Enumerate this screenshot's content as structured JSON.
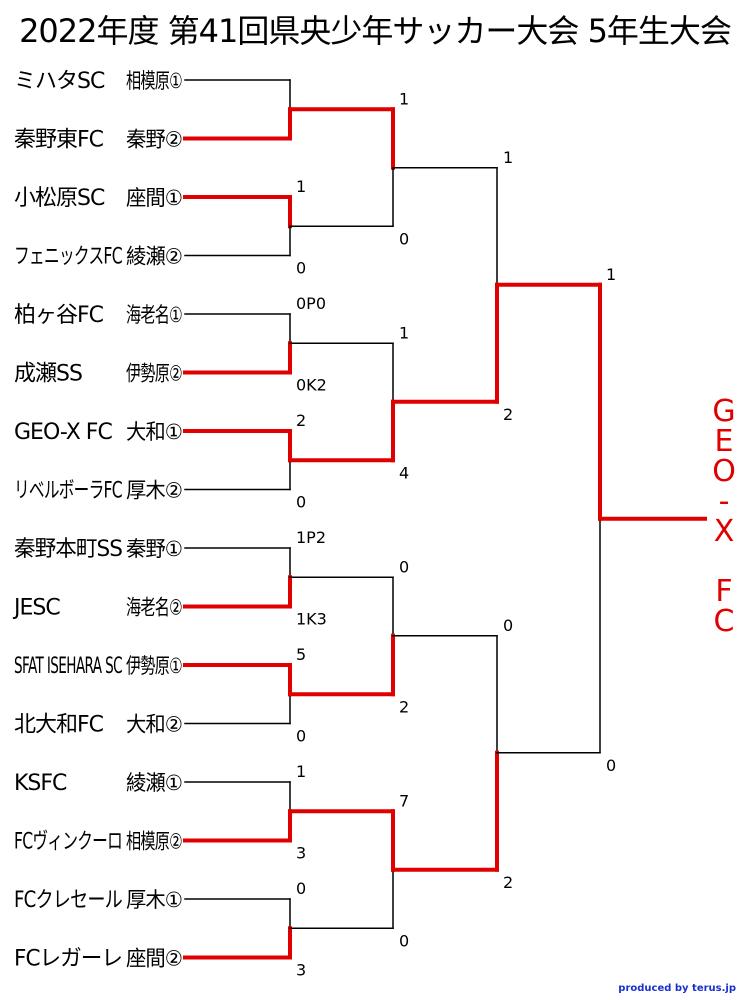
{
  "title": "2022年度 第41回県央少年サッカー大会 5年生大会",
  "credit": "produced by terus.jp",
  "colors": {
    "winner": "#e00000",
    "line": "#000000",
    "credit": "#1a2fd0"
  },
  "teams": [
    {
      "name": "ミハタSC",
      "area": "相模原①"
    },
    {
      "name": "秦野東FC",
      "area": "秦野②"
    },
    {
      "name": "小松原SC",
      "area": "座間①"
    },
    {
      "name": "フェニックスFC",
      "area": "綾瀬②"
    },
    {
      "name": "柏ヶ谷FC",
      "area": "海老名①"
    },
    {
      "name": "成瀬SS",
      "area": "伊勢原②"
    },
    {
      "name": "GEO-X FC",
      "area": "大和①"
    },
    {
      "name": "リベルボーラFC",
      "area": "厚木②"
    },
    {
      "name": "秦野本町SS",
      "area": "秦野①"
    },
    {
      "name": "JESC",
      "area": "海老名②"
    },
    {
      "name": "SFAT ISEHARA SC",
      "area": "伊勢原①"
    },
    {
      "name": "北大和FC",
      "area": "大和②"
    },
    {
      "name": "KSFC",
      "area": "綾瀬①"
    },
    {
      "name": "FCヴィンクーロ",
      "area": "相模原②"
    },
    {
      "name": "FCクレセール",
      "area": "厚木①"
    },
    {
      "name": "FCレガーレ",
      "area": "座間②"
    }
  ],
  "rounds": [
    {
      "matches": [
        {
          "top": "",
          "bottom": "",
          "winner": 1
        },
        {
          "top": "1",
          "bottom": "0",
          "winner": 0
        },
        {
          "top": "0P0",
          "bottom": "0K2",
          "winner": 1
        },
        {
          "top": "2",
          "bottom": "0",
          "winner": 0
        },
        {
          "top": "1P2",
          "bottom": "1K3",
          "winner": 1
        },
        {
          "top": "5",
          "bottom": "0",
          "winner": 0
        },
        {
          "top": "1",
          "bottom": "3",
          "winner": 1
        },
        {
          "top": "0",
          "bottom": "3",
          "winner": 1
        }
      ]
    },
    {
      "matches": [
        {
          "top": "1",
          "bottom": "0",
          "winner": 0
        },
        {
          "top": "1",
          "bottom": "4",
          "winner": 1
        },
        {
          "top": "0",
          "bottom": "2",
          "winner": 1
        },
        {
          "top": "7",
          "bottom": "0",
          "winner": 0
        }
      ]
    },
    {
      "matches": [
        {
          "top": "1",
          "bottom": "2",
          "winner": 1
        },
        {
          "top": "0",
          "bottom": "2",
          "winner": 1
        }
      ]
    },
    {
      "matches": [
        {
          "top": "1",
          "bottom": "0",
          "winner": 0
        }
      ]
    }
  ],
  "champion": [
    "G",
    "E",
    "O",
    "-",
    "X",
    "",
    "F",
    "C"
  ]
}
